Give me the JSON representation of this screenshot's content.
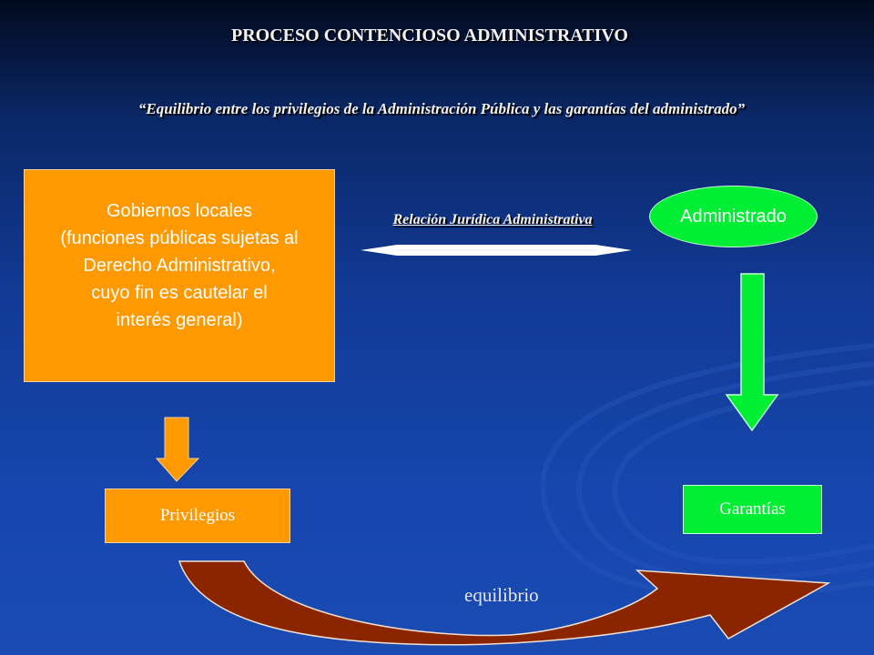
{
  "slide": {
    "title": "PROCESO CONTENCIOSO ADMINISTRATIVO",
    "subtitle": "“Equilibrio entre los privilegios de la Administración Pública y las garantías del administrado”",
    "gobiernos_lines": [
      "Gobiernos locales",
      "(funciones públicas sujetas al",
      "Derecho Administrativo,",
      "cuyo fin es cautelar el",
      "interés general)"
    ],
    "relacion_label": "Relación Jurídica Administrativa",
    "administrado_label": "Administrado",
    "privilegios_label": "Privilegios",
    "garantias_label": "Garantías",
    "equilibrio_label": "equilibrio"
  },
  "colors": {
    "orange": "#ff9900",
    "green": "#00ee33",
    "brown_arrow": "#8b2500",
    "background": "#1646ad"
  }
}
